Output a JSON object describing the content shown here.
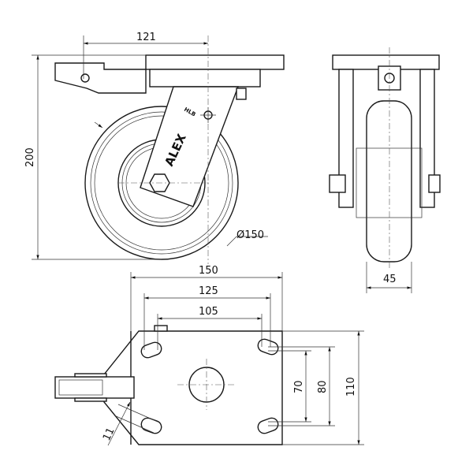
{
  "drawing": {
    "logo_text": "ALEX",
    "stamp_text": "HLB",
    "dimensions": {
      "mount_offset": "121",
      "overall_height": "200",
      "wheel_diameter": "Ø150",
      "wheel_width": "45",
      "plate_length": "150",
      "hole_spacing_long_outer": "125",
      "hole_spacing_long_inner": "105",
      "hole_spacing_short_inner": "70",
      "hole_spacing_short_outer": "80",
      "plate_width": "110",
      "slot_width": "11"
    }
  }
}
